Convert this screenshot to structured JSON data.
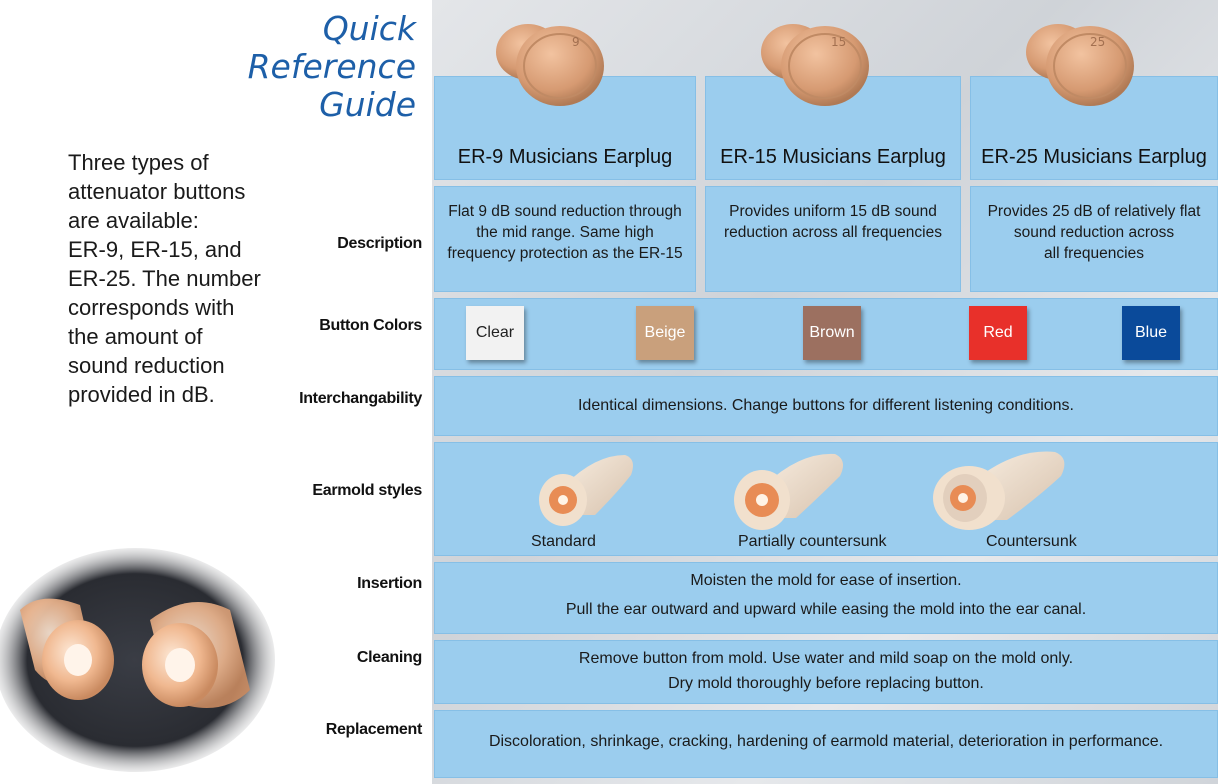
{
  "title": {
    "line1": "Quick",
    "line2": "Reference",
    "line3": "Guide"
  },
  "intro": {
    "lines": [
      "Three types of",
      "attenuator buttons",
      "are available:",
      "ER-9, ER-15, and",
      "ER-25. The number",
      "corresponds with",
      "the amount of",
      "sound reduction",
      "provided in dB."
    ]
  },
  "products": [
    {
      "name": "ER-9 Musicians Earplug",
      "button_number": "9",
      "description": [
        "Flat 9 dB sound reduction through",
        "the mid range. Same high",
        "frequency protection as the ER-15"
      ]
    },
    {
      "name": "ER-15 Musicians Earplug",
      "button_number": "15",
      "description": [
        "Provides uniform 15 dB sound",
        "reduction across all frequencies"
      ]
    },
    {
      "name": "ER-25 Musicians Earplug",
      "button_number": "25",
      "description": [
        "Provides 25 dB of relatively flat",
        "sound reduction across",
        "all frequencies"
      ]
    }
  ],
  "rows": {
    "description": "Description",
    "button_colors": "Button Colors",
    "interchangability": "Interchangability",
    "earmold_styles": "Earmold styles",
    "insertion": "Insertion",
    "cleaning": "Cleaning",
    "replacement": "Replacement"
  },
  "button_colors": [
    {
      "label": "Clear",
      "color": "#f2f2f2",
      "text_color": "#222222"
    },
    {
      "label": "Beige",
      "color": "#c9a07c",
      "text_color": "#ffffff"
    },
    {
      "label": "Brown",
      "color": "#9c7060",
      "text_color": "#ffffff"
    },
    {
      "label": "Red",
      "color": "#e8302a",
      "text_color": "#ffffff"
    },
    {
      "label": "Blue",
      "color": "#0a4a9a",
      "text_color": "#ffffff"
    }
  ],
  "interchangability_text": "Identical dimensions. Change buttons for different listening conditions.",
  "earmold_styles": [
    "Standard",
    "Partially countersunk",
    "Countersunk"
  ],
  "insertion_lines": [
    "Moisten the mold for ease of insertion.",
    "Pull the ear outward and upward while easing the mold into the ear canal."
  ],
  "cleaning_lines": [
    "Remove button from mold. Use water and mild soap on the mold only.",
    "Dry mold thoroughly before replacing button."
  ],
  "replacement_text": "Discoloration, shrinkage, cracking, hardening of earmold material, deterioration in performance.",
  "colors": {
    "cell_blue": "#9bcdee",
    "title_blue": "#1d5fa8"
  }
}
